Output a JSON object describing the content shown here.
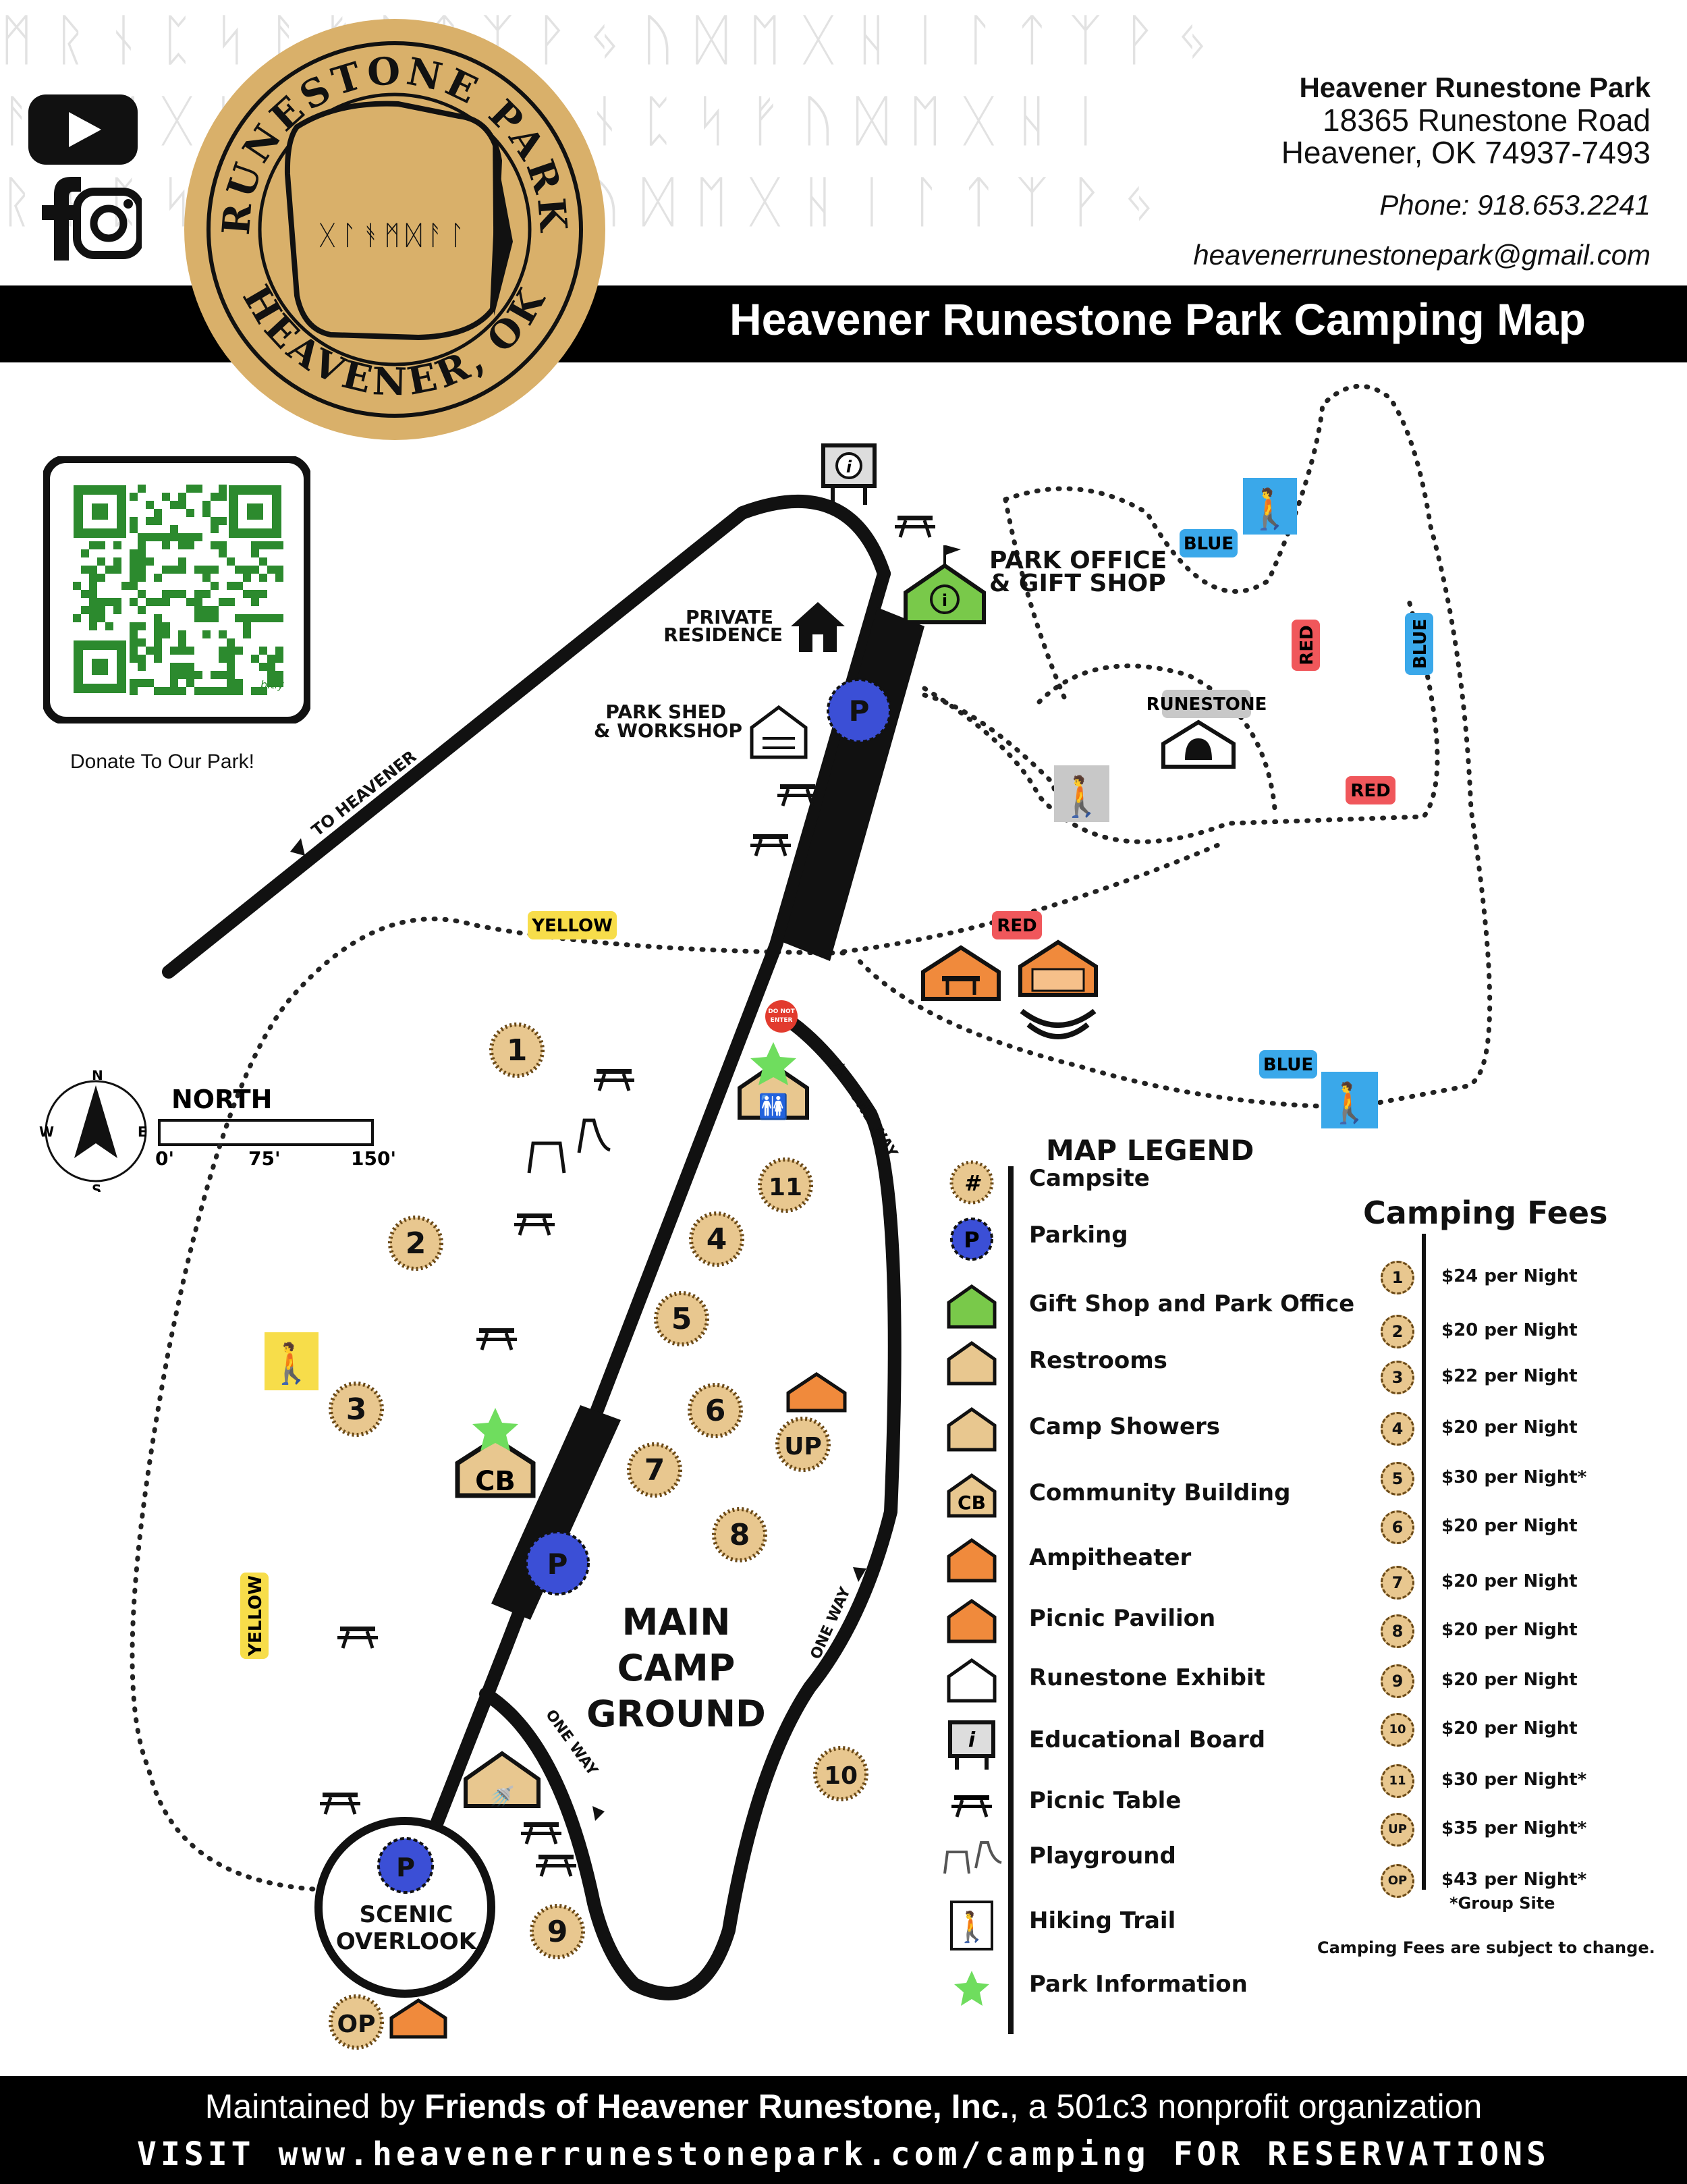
{
  "header": {
    "park_name": "Heavener Runestone Park",
    "address_line1": "18365 Runestone Road",
    "address_line2": "Heavener, OK 74937-7493",
    "phone": "Phone: 918.653.2241",
    "email": "heavenerrunestonepark@gmail.com",
    "map_title": "Heavener Runestone Park Camping Map",
    "logo_top": "RUNESTONE PARK",
    "logo_bottom": "HEAVENER, OK",
    "logo_runes": "ᚷᛚᚬᛗᛞᚨᛚ",
    "rune_rows": [
      "ᛗᚱᚾᛈᛋᚨᚠᚱᛏᛉᚹᛃᚢᛞᛖᚷᚺᛁᛚᛏᛉᚹᛃ",
      "ᚨᛞᛖᚷᚺᛏᛉᚹᛃᛗᚱᚾᛈᛋᚠᚢᛞᛖᚷᚺᛁ",
      "ᚱᚾᛈᛋᛗᚨᚠᛏᛉᚹᛃᚢᛞᛖᚷᚺᛁᛚᛏᛉᚹᛃ"
    ]
  },
  "social": {
    "youtube": "youtube-icon",
    "facebook": "facebook-icon",
    "instagram": "instagram-icon"
  },
  "qr": {
    "caption": "Donate To Our Park!",
    "badge": "bitly"
  },
  "compass": {
    "north_label": "NORTH",
    "n": "N",
    "s": "S",
    "e": "E",
    "w": "W",
    "scale": [
      "0'",
      "75'",
      "150'"
    ]
  },
  "map_labels": {
    "park_office": [
      "PARK OFFICE",
      "& GIFT SHOP"
    ],
    "private_residence": [
      "PRIVATE",
      "RESIDENCE"
    ],
    "park_shed": [
      "PARK SHED",
      "& WORKSHOP"
    ],
    "runestone": "RUNESTONE",
    "to_heavener": "TO HEAVENER",
    "main_camp": [
      "MAIN",
      "CAMP",
      "GROUND"
    ],
    "scenic": [
      "SCENIC",
      "OVERLOOK"
    ],
    "one_way": "ONE WAY",
    "do_not_enter": [
      "DO NOT",
      "ENTER"
    ],
    "parking": "P",
    "cb": "CB"
  },
  "trails": {
    "yellow": "YELLOW",
    "red": "RED",
    "blue": "BLUE"
  },
  "trail_colors": {
    "yellow": "#f7dd4a",
    "red": "#f0575b",
    "blue": "#3aa8ea",
    "gray": "#c8c8c8"
  },
  "campsites": [
    "1",
    "2",
    "3",
    "4",
    "5",
    "6",
    "7",
    "8",
    "9",
    "10",
    "11",
    "UP",
    "OP"
  ],
  "legend": {
    "title": "MAP LEGEND",
    "items": [
      {
        "label": "Campsite",
        "icon": "campsite-icon",
        "symbol": "#"
      },
      {
        "label": "Parking",
        "icon": "parking-icon",
        "symbol": "P"
      },
      {
        "label": "Gift Shop and Park Office",
        "icon": "gift-shop-icon"
      },
      {
        "label": "Restrooms",
        "icon": "restroom-icon"
      },
      {
        "label": "Camp Showers",
        "icon": "shower-icon"
      },
      {
        "label": "Community Building",
        "icon": "community-building-icon",
        "symbol": "CB"
      },
      {
        "label": "Ampitheater",
        "icon": "ampitheater-icon"
      },
      {
        "label": "Picnic Pavilion",
        "icon": "pavilion-icon"
      },
      {
        "label": "Runestone Exhibit",
        "icon": "runestone-exhibit-icon"
      },
      {
        "label": "Educational Board",
        "icon": "educational-board-icon"
      },
      {
        "label": "Picnic Table",
        "icon": "picnic-table-icon"
      },
      {
        "label": "Playground",
        "icon": "playground-icon"
      },
      {
        "label": "Hiking Trail",
        "icon": "hiker-icon"
      },
      {
        "label": "Park Information",
        "icon": "star-icon"
      }
    ]
  },
  "fees": {
    "title": "Camping Fees",
    "rows": [
      {
        "site": "1",
        "price": "$24 per Night"
      },
      {
        "site": "2",
        "price": "$20 per Night"
      },
      {
        "site": "3",
        "price": "$22 per Night"
      },
      {
        "site": "4",
        "price": "$20 per Night"
      },
      {
        "site": "5",
        "price": "$30 per Night*"
      },
      {
        "site": "6",
        "price": "$20 per Night"
      },
      {
        "site": "7",
        "price": "$20 per Night"
      },
      {
        "site": "8",
        "price": "$20 per Night"
      },
      {
        "site": "9",
        "price": "$20 per Night"
      },
      {
        "site": "10",
        "price": "$20 per Night"
      },
      {
        "site": "11",
        "price": "$30 per Night*"
      },
      {
        "site": "UP",
        "price": "$35 per Night*"
      },
      {
        "site": "OP",
        "price": "$43 per Night*"
      }
    ],
    "group_note": "*Group Site",
    "change_note": "Camping Fees are subject to change."
  },
  "footer": {
    "line1_pre": "Maintained by ",
    "line1_bold": "Friends of Heavener Runestone, Inc.",
    "line1_post": ", a 501c3 nonprofit organization",
    "line2": "VISIT www.heavenerrunestonepark.com/camping FOR RESERVATIONS"
  }
}
